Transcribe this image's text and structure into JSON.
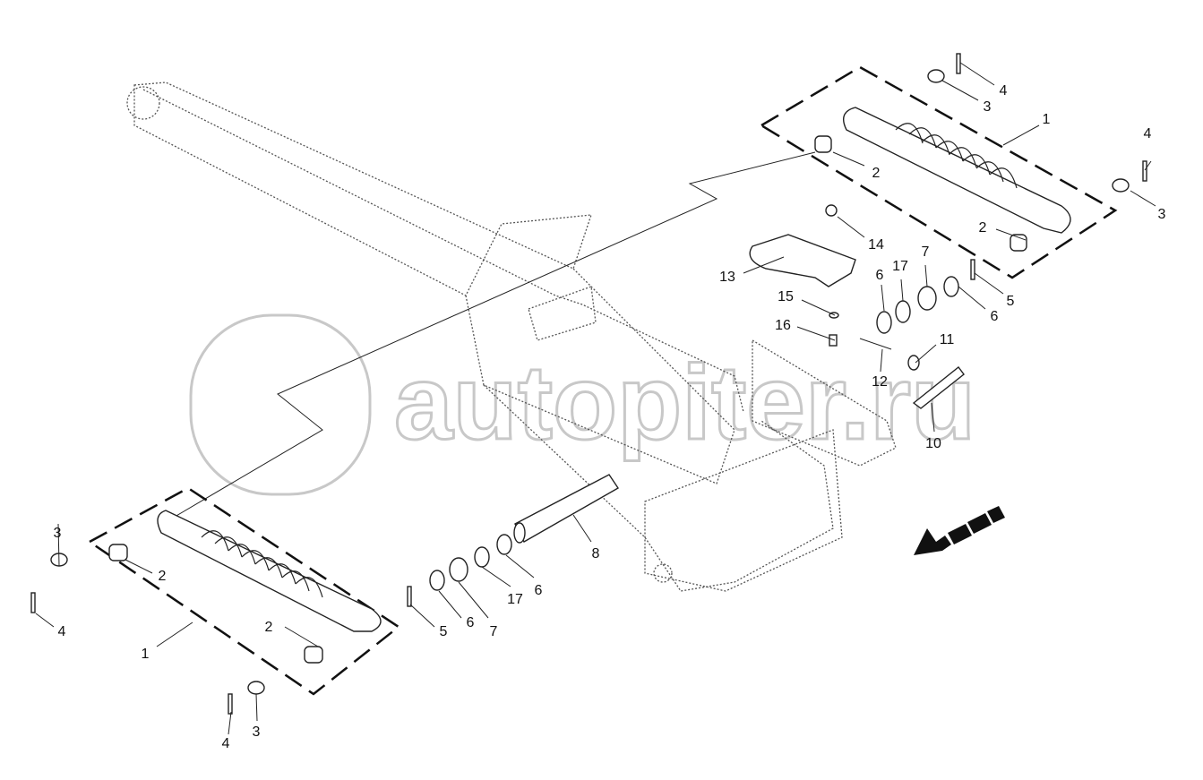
{
  "watermark": {
    "text": "autopiter.ru"
  },
  "callouts": {
    "upper_assembly": {
      "c4a": "4",
      "c3a": "3",
      "c1": "1",
      "c2a": "2",
      "c4b": "4",
      "c3b": "3",
      "c2b": "2"
    },
    "upper_parts": {
      "c14": "14",
      "c13": "13",
      "c6a": "6",
      "c17": "17",
      "c7": "7",
      "c5": "5",
      "c6b": "6",
      "c15": "15",
      "c16": "16",
      "c11": "11",
      "c12": "12",
      "c10": "10"
    },
    "lower_parts": {
      "c8": "8",
      "c5": "5",
      "c6a": "6",
      "c7": "7",
      "c17": "17",
      "c6b": "6"
    },
    "lower_assembly": {
      "c3a": "3",
      "c2a": "2",
      "c4a": "4",
      "c1": "1",
      "c2b": "2",
      "c4b": "4",
      "c3b": "3"
    }
  }
}
